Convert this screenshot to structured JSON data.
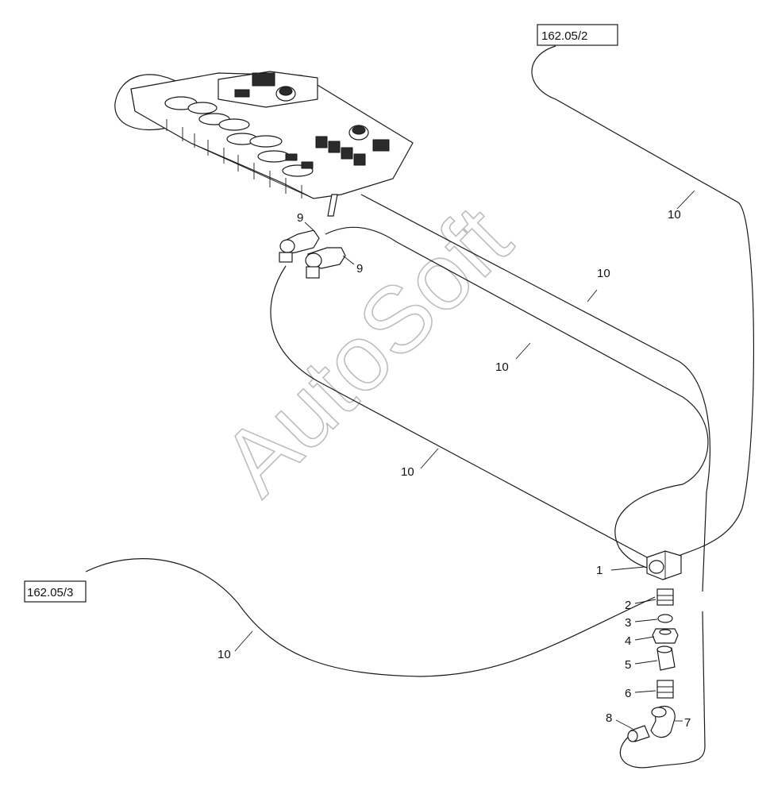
{
  "references": {
    "top": "162.05/2",
    "left": "162.05/3"
  },
  "watermark": "AutoSoft",
  "callouts": {
    "c1": "1",
    "c2": "2",
    "c3": "3",
    "c4": "4",
    "c5": "5",
    "c6": "6",
    "c7": "7",
    "c8": "8",
    "c9a": "9",
    "c9b": "9",
    "c10a": "10",
    "c10b": "10",
    "c10c": "10",
    "c10d": "10",
    "c10e": "10"
  }
}
